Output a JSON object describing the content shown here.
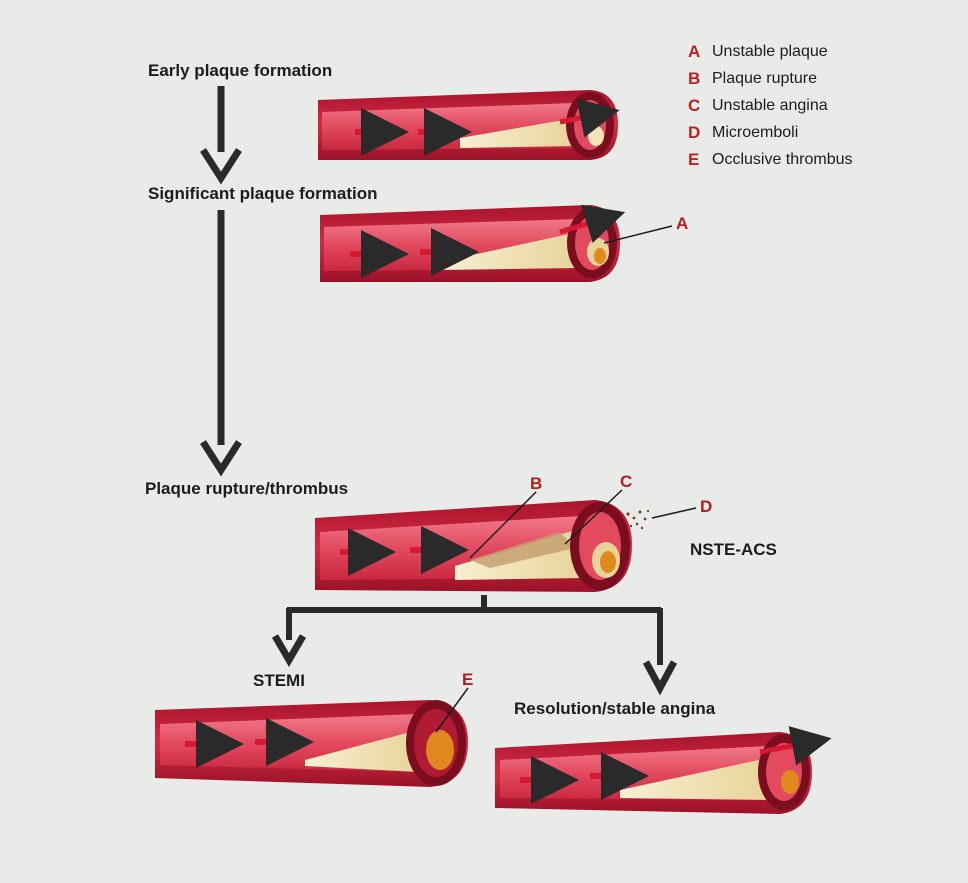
{
  "stages": {
    "early": "Early plaque formation",
    "significant": "Significant plaque formation",
    "rupture": "Plaque rupture/thrombus",
    "stemi": "STEMI",
    "resolution": "Resolution/stable angina"
  },
  "legend": [
    {
      "letter": "A",
      "text": "Unstable plaque"
    },
    {
      "letter": "B",
      "text": "Plaque rupture"
    },
    {
      "letter": "C",
      "text": "Unstable angina"
    },
    {
      "letter": "D",
      "text": "Microemboli"
    },
    {
      "letter": "E",
      "text": "Occlusive thrombus"
    }
  ],
  "callouts": {
    "a": "A",
    "b": "B",
    "c": "C",
    "d": "D",
    "e": "E"
  },
  "nste_label": "NSTE-ACS",
  "colors": {
    "vessel_wall": "#c8203a",
    "vessel_dark": "#8e1024",
    "lumen": "#e9576a",
    "plaque": "#f2e4b8",
    "thrombus_core": "#e08a1e",
    "callout_text": "#b31d1d",
    "arrow": "#2a2a2a"
  }
}
